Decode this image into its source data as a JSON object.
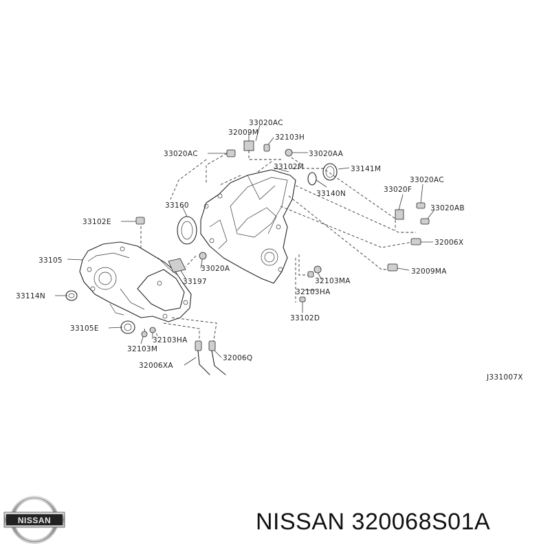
{
  "parts": [
    {
      "key": "p33020AC_top",
      "text": "33020AC"
    },
    {
      "key": "p32009M",
      "text": "32009M"
    },
    {
      "key": "p32103H",
      "text": "32103H"
    },
    {
      "key": "p33020AC_left",
      "text": "33020AC"
    },
    {
      "key": "p33020AA",
      "text": "33020AA"
    },
    {
      "key": "p33102M",
      "text": "33102M"
    },
    {
      "key": "p33141M",
      "text": "33141M"
    },
    {
      "key": "p33140N",
      "text": "33140N"
    },
    {
      "key": "p33020AC_right",
      "text": "33020AC"
    },
    {
      "key": "p33020F",
      "text": "33020F"
    },
    {
      "key": "p33020AB",
      "text": "33020AB"
    },
    {
      "key": "p32006X",
      "text": "32006X"
    },
    {
      "key": "p32009MA",
      "text": "32009MA"
    },
    {
      "key": "p33160",
      "text": "33160"
    },
    {
      "key": "p33102E",
      "text": "33102E"
    },
    {
      "key": "p33105",
      "text": "33105"
    },
    {
      "key": "p33020A",
      "text": "33020A"
    },
    {
      "key": "p33197",
      "text": "33197"
    },
    {
      "key": "p32103MA",
      "text": "32103MA"
    },
    {
      "key": "p32103HA_right",
      "text": "32103HA"
    },
    {
      "key": "p33114N",
      "text": "33114N"
    },
    {
      "key": "p33102D",
      "text": "33102D"
    },
    {
      "key": "p33105E",
      "text": "33105E"
    },
    {
      "key": "p32103HA_bottom",
      "text": "32103HA"
    },
    {
      "key": "p32103M",
      "text": "32103M"
    },
    {
      "key": "p32006Q",
      "text": "32006Q"
    },
    {
      "key": "p32006XA",
      "text": "32006XA"
    }
  ],
  "diagram_code": "J331007X",
  "logo_text": "NISSAN",
  "caption": "NISSAN 320068S01A"
}
